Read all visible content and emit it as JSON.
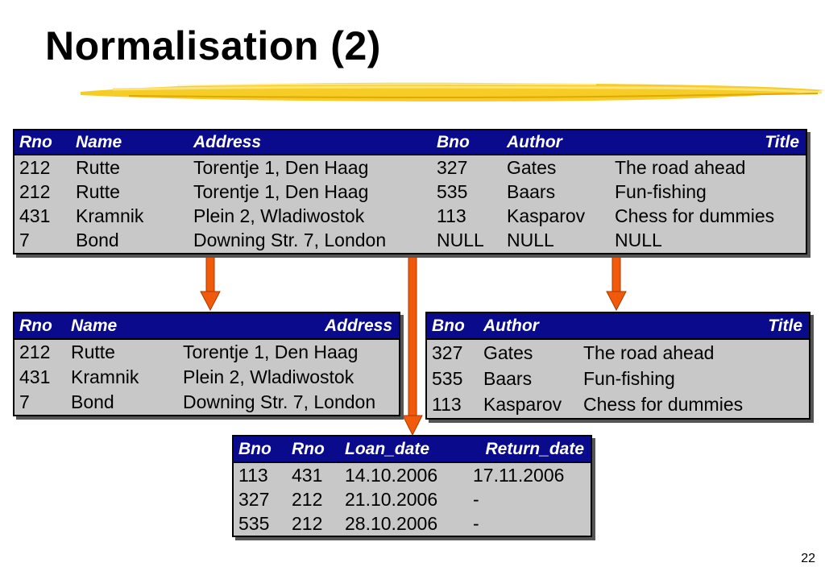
{
  "slide": {
    "title": "Normalisation (2)",
    "page_number": "22"
  },
  "colors": {
    "header_bg": "#0a0a8c",
    "body_bg": "#c8c8c8",
    "arrow": "#f05a0a",
    "brush": "#f5c400"
  },
  "tables": {
    "original": {
      "headers": [
        "Rno",
        "Name",
        "Address",
        "Bno",
        "Author",
        "Title"
      ],
      "rows": [
        [
          "212",
          "Rutte",
          "Torentje 1, Den Haag",
          "327",
          "Gates",
          "The road ahead"
        ],
        [
          "212",
          "Rutte",
          "Torentje 1, Den Haag",
          "535",
          "Baars",
          "Fun-fishing"
        ],
        [
          "431",
          "Kramnik",
          "Plein 2, Wladiwostok",
          "113",
          "Kasparov",
          "Chess for dummies"
        ],
        [
          "7",
          "Bond",
          "Downing Str. 7, London",
          "NULL",
          "NULL",
          "NULL"
        ]
      ]
    },
    "readers": {
      "headers": [
        "Rno",
        "Name",
        "Address"
      ],
      "rows": [
        [
          "212",
          "Rutte",
          "Torentje 1, Den Haag"
        ],
        [
          "431",
          "Kramnik",
          "Plein 2, Wladiwostok"
        ],
        [
          "7",
          "Bond",
          "Downing Str. 7, London"
        ]
      ]
    },
    "books": {
      "headers": [
        "Bno",
        "Author",
        "Title"
      ],
      "rows": [
        [
          "327",
          "Gates",
          "The road ahead"
        ],
        [
          "535",
          "Baars",
          "Fun-fishing"
        ],
        [
          "113",
          "Kasparov",
          "Chess for dummies"
        ]
      ]
    },
    "loans": {
      "headers": [
        "Bno",
        "Rno",
        "Loan_date",
        "Return_date"
      ],
      "rows": [
        [
          "113",
          "431",
          "14.10.2006",
          "17.11.2006"
        ],
        [
          "327",
          "212",
          "21.10.2006",
          "-"
        ],
        [
          "535",
          "212",
          "28.10.2006",
          "-"
        ]
      ]
    }
  }
}
